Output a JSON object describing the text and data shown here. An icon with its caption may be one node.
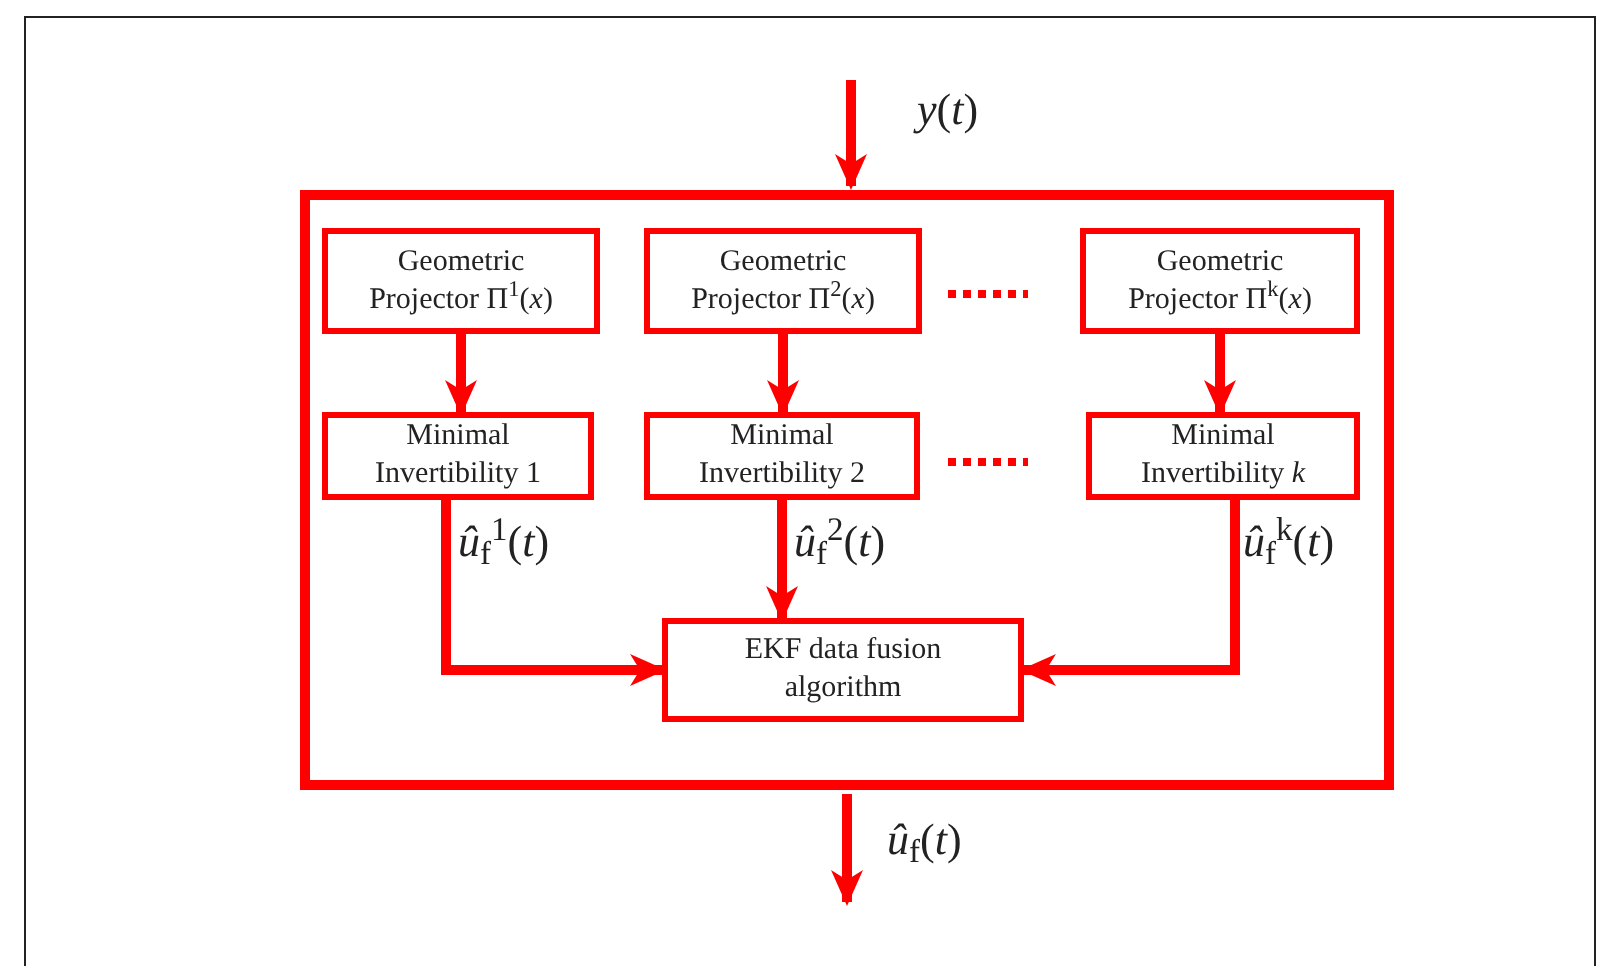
{
  "diagram": {
    "nodes": [
      {
        "text": [],
        "shape": "box"
      },
      {
        "text": [
          "Geometric Projector Π$^{1}$(*x*)"
        ],
        "in": 0
      },
      {
        "text": [
          "Geometric Projector Π$^{2}$(*x*)"
        ],
        "in": 0
      },
      {
        "text": [
          "Geometric Projector Π$^{k}$(*x*)"
        ],
        "in": 0
      },
      {
        "text": [
          "Minimal Invertibility 1"
        ],
        "in": 0
      },
      {
        "text": [
          "Minimal Invertibility 2"
        ],
        "in": 0
      },
      {
        "text": [
          "Minimal Invertibility *k*"
        ],
        "in": 0
      },
      {
        "text": [
          "EKF data fusion algorithm"
        ],
        "in": 0
      }
    ],
    "edges": [
      {
        "from": null,
        "to": 0,
        "arrow": "to",
        "label": "*y*(*t*)"
      },
      {
        "from": 1,
        "to": 4,
        "arrow": "to"
      },
      {
        "from": 2,
        "to": 5,
        "arrow": "to"
      },
      {
        "from": 3,
        "to": 6,
        "arrow": "to"
      },
      {
        "from": 4,
        "to": 7,
        "arrow": "to",
        "label": "*û*$_{f}$$^{1}$(*t*)"
      },
      {
        "from": 5,
        "to": 7,
        "arrow": "to",
        "label": "*û*$_{f}$$^{2}$(*t*)"
      },
      {
        "from": 6,
        "to": 7,
        "arrow": "to",
        "label": "*û*$_{f}$$^{k}$(*t*)"
      },
      {
        "from": 0,
        "to": null,
        "arrow": "to",
        "label": "*û*$_{f}$(*t*)"
      }
    ]
  }
}
